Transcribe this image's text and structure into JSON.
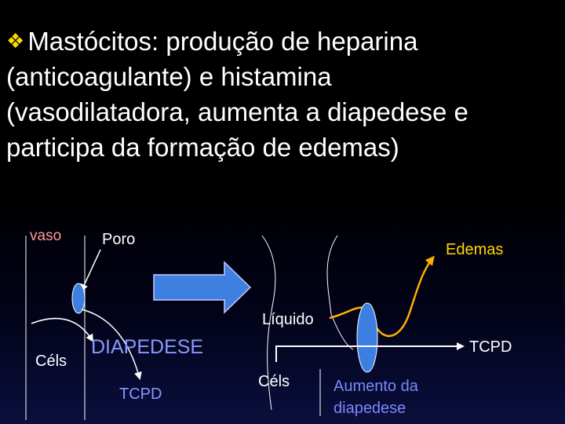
{
  "title": {
    "bullet_icon": "diamond-bullet-icon",
    "lines": [
      "Mastócitos: produção de heparina",
      "(anticoagulante) e histamina",
      "(vasodilatadora, aumenta a diapedese e",
      "participa da formação de edemas)"
    ]
  },
  "labels": {
    "vaso": "vaso",
    "poro": "Poro",
    "edemas": "Edemas",
    "liquido": "Líquido",
    "cels_left": "Céls",
    "diapedese": "DIAPEDESE",
    "tcpd_right": "TCPD",
    "tcpd_left": "TCPD",
    "cels_right": "Céls",
    "aumento_line1": "Aumento da",
    "aumento_line2": "diapedese"
  },
  "colors": {
    "title_text": "#ffffff",
    "bullet": "#ffd700",
    "vaso_text": "#ff9999",
    "edemas_text": "#ffd700",
    "diapedese_text": "#8899ff",
    "tcpd_left_text": "#8899ff",
    "aumento_text": "#7b88ff",
    "big_arrow": "#3f7fe0",
    "cell_fill": "#3d7fe0",
    "yellow_curve": "#ffb000"
  }
}
